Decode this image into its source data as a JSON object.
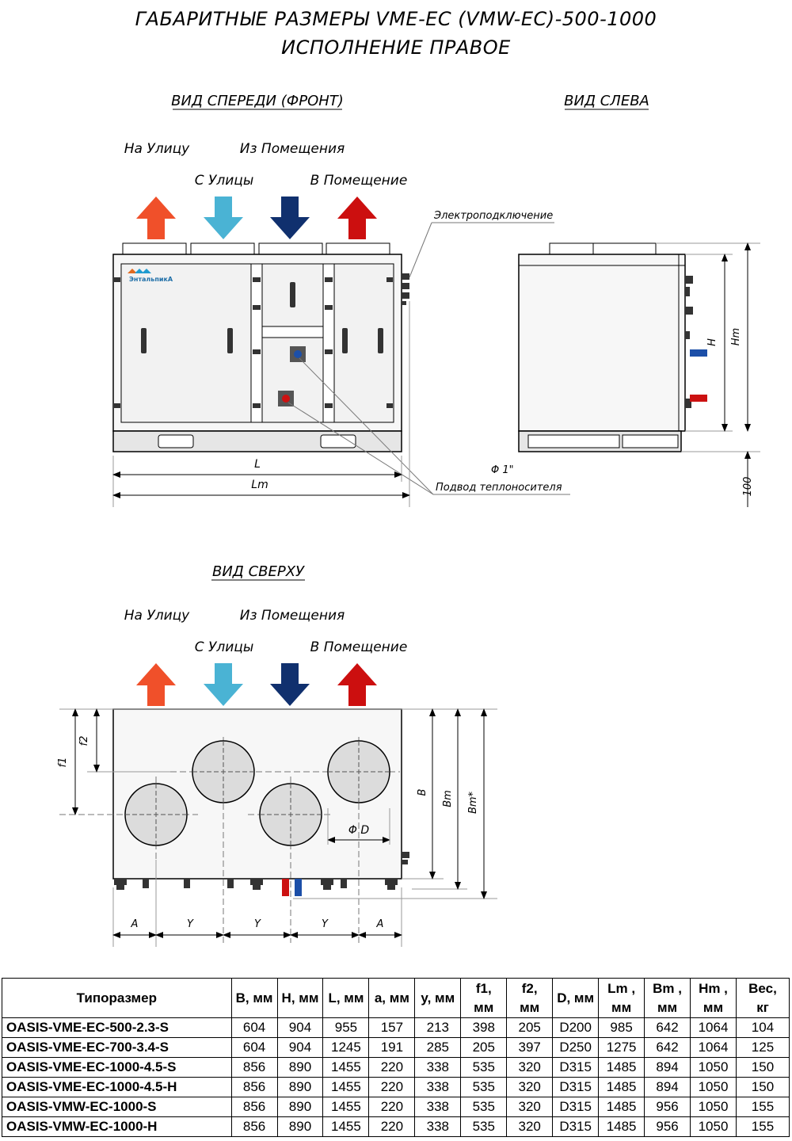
{
  "title": {
    "line1": "ГАБАРИТНЫЕ РАЗМЕРЫ VME-EC (VMW-EC)-500-1000",
    "line2": "ИСПОЛНЕНИЕ ПРАВОЕ"
  },
  "views": {
    "front": "ВИД СПЕРЕДИ (ФРОНТ)",
    "left": "ВИД СЛЕВА",
    "top": "ВИД СВЕРХУ"
  },
  "airflows": {
    "to_street": "На Улицу",
    "from_room": "Из Помещения",
    "from_street": "С Улицы",
    "to_room": "В Помещение"
  },
  "arrow_colors": {
    "to_street": "#f0502a",
    "from_street": "#4ab3d4",
    "from_room": "#10306e",
    "to_room": "#cc0f0f"
  },
  "callouts": {
    "electrical": "Электроподключение",
    "heat_supply": "Подвод теплоносителя",
    "pipe_size": "Φ 1\""
  },
  "brand": "ЭнтальпикА",
  "dims": {
    "L": "L",
    "Lm": "Lm",
    "H": "H",
    "Hm": "Hm",
    "h100": "100",
    "B": "B",
    "Bm": "Bm",
    "Bm_star": "Bm*",
    "f1": "f1",
    "f2": "f2",
    "D": "Φ D",
    "A": "A",
    "Y": "Y"
  },
  "table": {
    "headers": [
      [
        "Типоразмер"
      ],
      [
        "B, мм"
      ],
      [
        "H, мм"
      ],
      [
        "L, мм"
      ],
      [
        "a, мм"
      ],
      [
        "y, мм"
      ],
      [
        "f1,",
        "мм"
      ],
      [
        "f2,",
        "мм"
      ],
      [
        "D, мм"
      ],
      [
        "Lm ,",
        "мм"
      ],
      [
        "Bm ,",
        "мм"
      ],
      [
        "Hm ,",
        "мм"
      ],
      [
        "Вес,",
        "кг"
      ]
    ],
    "rows": [
      [
        "OASIS-VME-EC-500-2.3-S",
        "604",
        "904",
        "955",
        "157",
        "213",
        "398",
        "205",
        "D200",
        "985",
        "642",
        "1064",
        "104"
      ],
      [
        "OASIS-VME-EC-700-3.4-S",
        "604",
        "904",
        "1245",
        "191",
        "285",
        "205",
        "397",
        "D250",
        "1275",
        "642",
        "1064",
        "125"
      ],
      [
        "OASIS-VME-EC-1000-4.5-S",
        "856",
        "890",
        "1455",
        "220",
        "338",
        "535",
        "320",
        "D315",
        "1485",
        "894",
        "1050",
        "150"
      ],
      [
        "OASIS-VME-EC-1000-4.5-H",
        "856",
        "890",
        "1455",
        "220",
        "338",
        "535",
        "320",
        "D315",
        "1485",
        "894",
        "1050",
        "150"
      ],
      [
        "OASIS-VMW-EC-1000-S",
        "856",
        "890",
        "1455",
        "220",
        "338",
        "535",
        "320",
        "D315",
        "1485",
        "956",
        "1050",
        "155"
      ],
      [
        "OASIS-VMW-EC-1000-H",
        "856",
        "890",
        "1455",
        "220",
        "338",
        "535",
        "320",
        "D315",
        "1485",
        "956",
        "1050",
        "155"
      ]
    ]
  }
}
